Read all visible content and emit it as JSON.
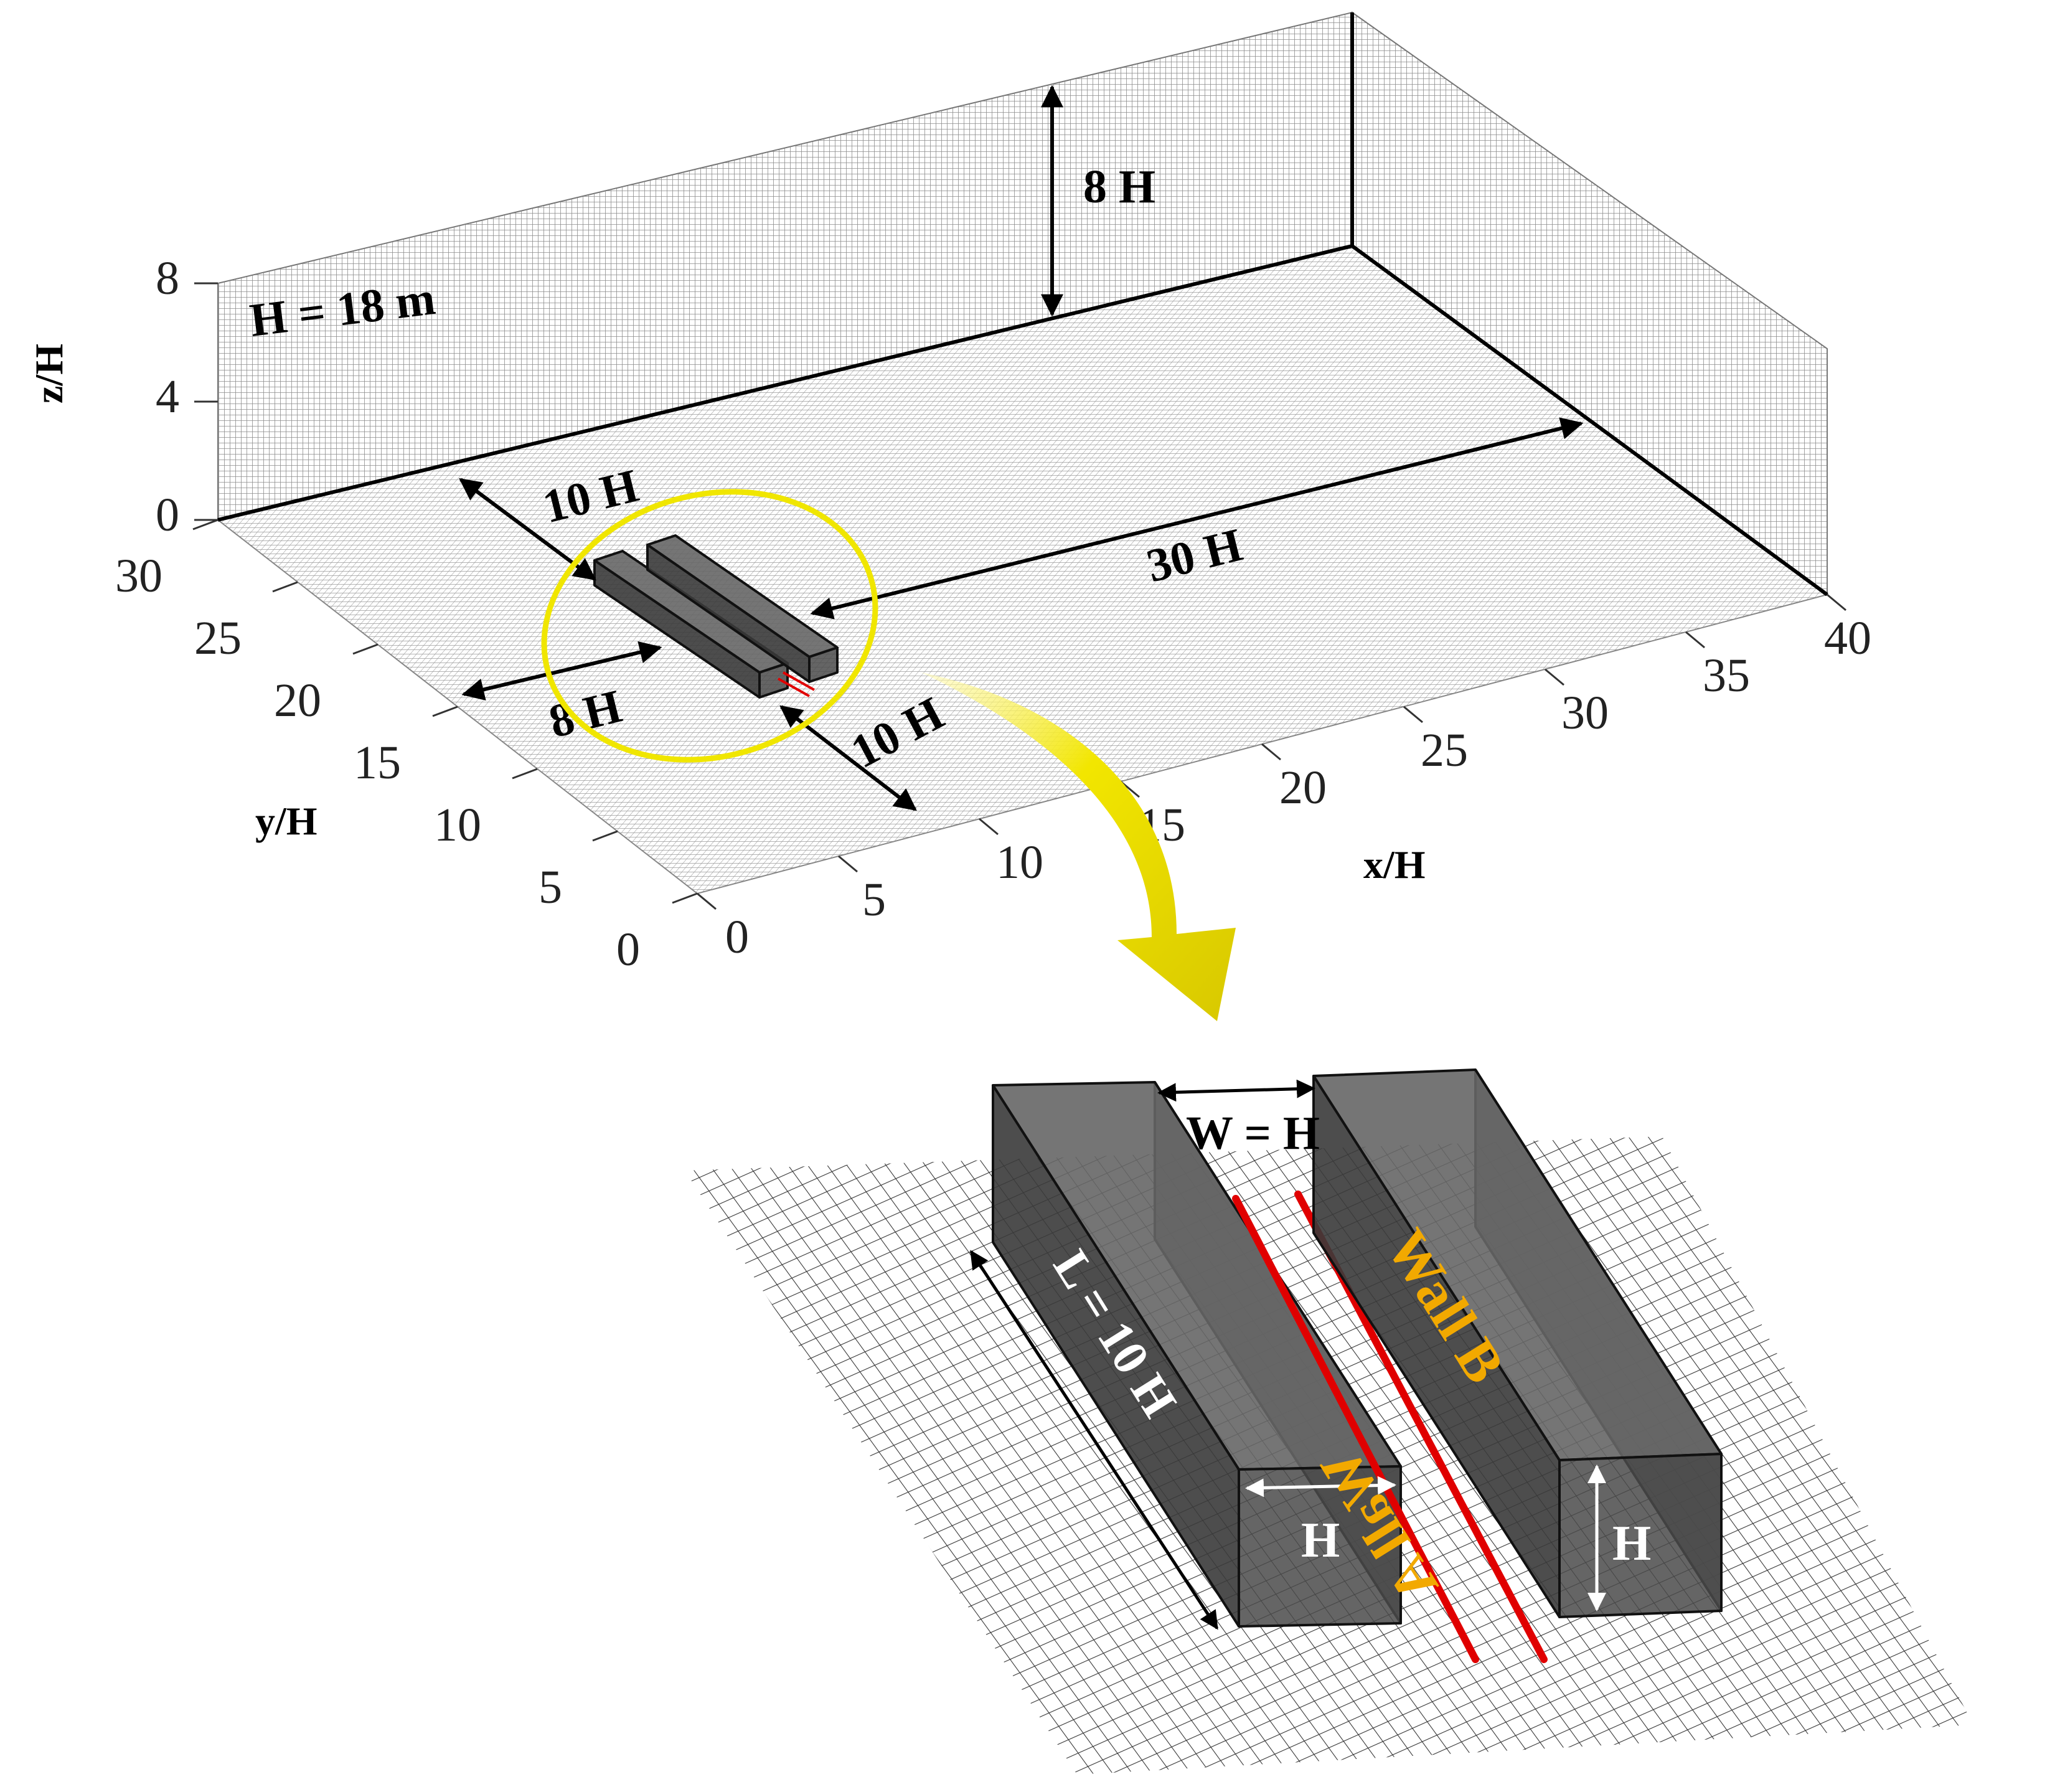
{
  "domain_labels": {
    "h_value": "H = 18 m",
    "z_axis_label": "z/H",
    "y_axis_label": "y/H",
    "x_axis_label": "x/H",
    "z_ticks": [
      "8",
      "4",
      "0"
    ],
    "y_ticks": [
      "30",
      "25",
      "20",
      "15",
      "10",
      "5",
      "0"
    ],
    "x_ticks": [
      "0",
      "5",
      "10",
      "15",
      "20",
      "25",
      "30",
      "35",
      "40"
    ]
  },
  "dimensions": {
    "height": "8 H",
    "upstream": "10 H",
    "downstream": "30 H",
    "lateral_left": "8 H",
    "lateral_right": "10 H"
  },
  "detail": {
    "street_width": "W = H",
    "length": "L = 10 H",
    "building_width": "H",
    "building_height": "H",
    "wall_a": "Wall A",
    "wall_b": "Wall B"
  },
  "colors": {
    "highlight_yellow": "#f0e600",
    "wall_label": "#f2a900",
    "line_source": "#e00000",
    "mesh": "#8a8a8a",
    "building": "#4a4a4a"
  }
}
